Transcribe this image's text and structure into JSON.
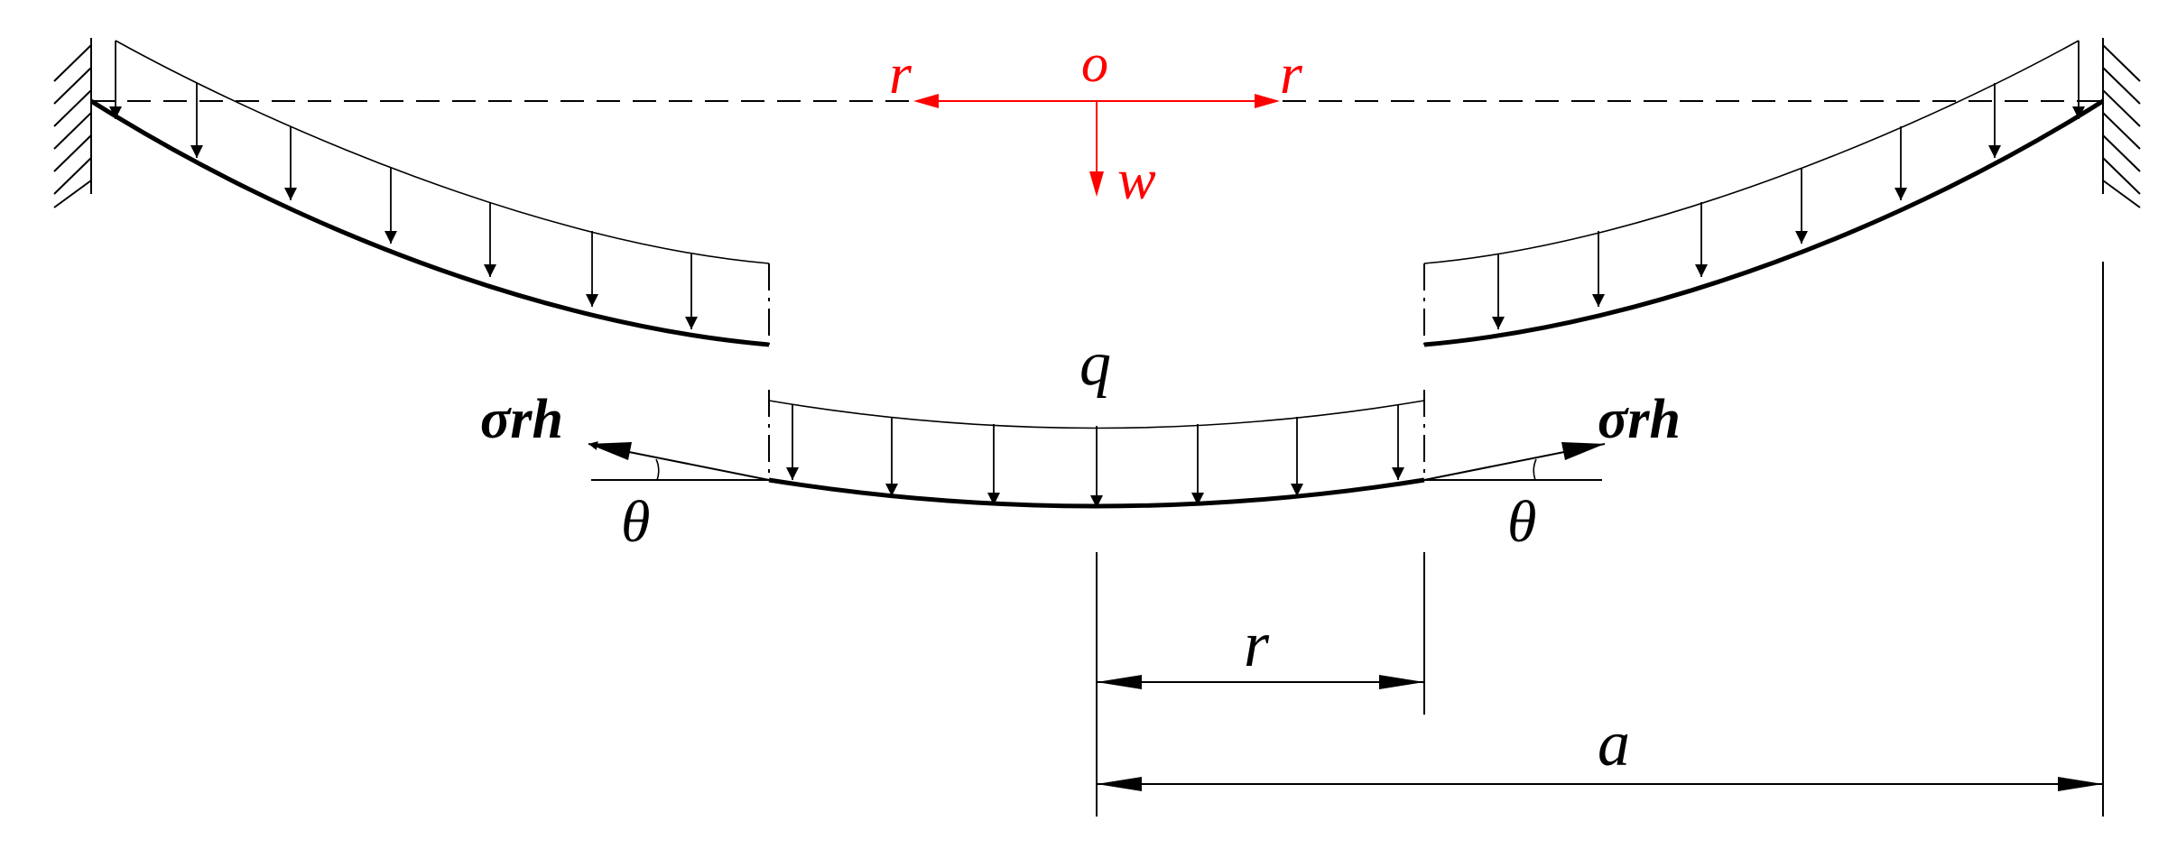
{
  "labels": {
    "origin": "o",
    "radial_left": "r",
    "radial_right": "r",
    "deflection": "w",
    "load": "q",
    "stress_left": "σrh",
    "stress_right": "σrh",
    "angle_left": "θ",
    "angle_right": "θ",
    "dim_r": "r",
    "dim_a": "a"
  },
  "colors": {
    "axes": "#ff0000",
    "drawing": "#000000",
    "background": "#ffffff"
  }
}
